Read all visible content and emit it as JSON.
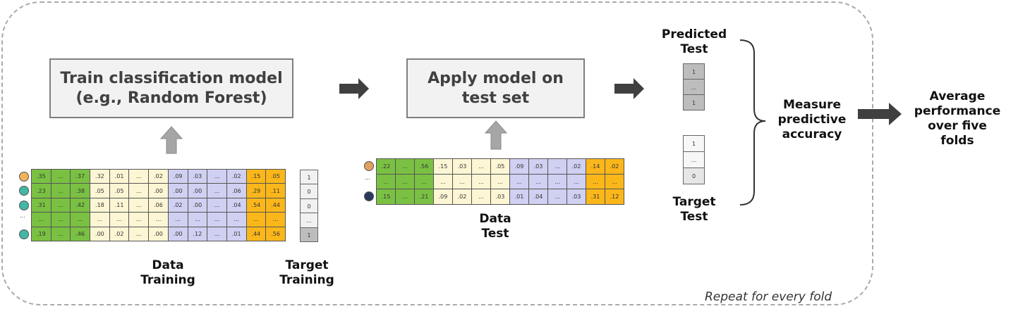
{
  "loop_label": "Repeat for every fold",
  "train_box": {
    "line1": "Train classification model",
    "line2": "(e.g., Random Forest)"
  },
  "apply_box": {
    "line1": "Apply model on",
    "line2": "test set"
  },
  "labels": {
    "data_training": [
      "Data",
      "Training"
    ],
    "target_training": [
      "Target",
      "Training"
    ],
    "data_test": [
      "Data",
      "Test"
    ],
    "predicted_test": [
      "Predicted",
      "Test"
    ],
    "target_test": [
      "Target",
      "Test"
    ],
    "measure": [
      "Measure",
      "predictive",
      "accuracy"
    ],
    "average": [
      "Average",
      "performance",
      "over five",
      "folds"
    ]
  },
  "training_table": {
    "colors": [
      "g",
      "g",
      "g",
      "y",
      "y",
      "y",
      "y",
      "p",
      "p",
      "p",
      "p",
      "o",
      "o"
    ],
    "rows": [
      [
        ".35",
        "...",
        ".37",
        ".32",
        ".01",
        "...",
        ".02",
        ".09",
        ".03",
        "...",
        ".02",
        ".15",
        ".05"
      ],
      [
        ".23",
        "...",
        ".38",
        ".05",
        ".05",
        "...",
        ".00",
        ".00",
        ".00",
        "...",
        ".06",
        ".29",
        ".11"
      ],
      [
        ".31",
        "...",
        ".42",
        ".18",
        ".11",
        "...",
        ".06",
        ".02",
        ".00",
        "...",
        ".04",
        ".54",
        ".44"
      ],
      [
        "...",
        "...",
        "...",
        "...",
        "...",
        "...",
        "...",
        "...",
        "...",
        "...",
        "...",
        "...",
        "..."
      ],
      [
        ".19",
        "...",
        ".46",
        ".00",
        ".02",
        "...",
        ".00",
        ".00",
        ".12",
        "...",
        ".01",
        ".44",
        ".56"
      ]
    ],
    "avatars": [
      "#f3b35a",
      "#43b7a5",
      "#43b7a5",
      "dots",
      "#43b7a5"
    ]
  },
  "target_training_values": [
    "1",
    "0",
    "0",
    "...",
    "1"
  ],
  "test_table": {
    "colors": [
      "g",
      "g",
      "g",
      "y",
      "y",
      "y",
      "y",
      "p",
      "p",
      "p",
      "p",
      "o",
      "o"
    ],
    "rows": [
      [
        ".22",
        "...",
        ".56",
        ".15",
        ".03",
        "...",
        ".05",
        ".09",
        ".03",
        "...",
        ".02",
        ".14",
        ".02"
      ],
      [
        "...",
        "...",
        "...",
        "...",
        "...",
        "...",
        "...",
        "...",
        "...",
        "...",
        "...",
        "...",
        "..."
      ],
      [
        ".15",
        "...",
        ".21",
        ".09",
        ".02",
        "...",
        ".03",
        ".01",
        ".04",
        "...",
        ".03",
        ".31",
        ".12"
      ]
    ],
    "avatars": [
      "#e0a060",
      "dots",
      "#2a3a5a"
    ]
  },
  "predicted_test_values": [
    "1",
    "...",
    "1"
  ],
  "target_test_values": [
    "1",
    "...",
    "0"
  ],
  "colors": {
    "green": "#7ac143",
    "cream": "#fdf6d5",
    "lavender": "#d0d0f2",
    "orange": "#fbb71a",
    "arrow": "#404040",
    "up_arrow": "#a6a6a6"
  }
}
